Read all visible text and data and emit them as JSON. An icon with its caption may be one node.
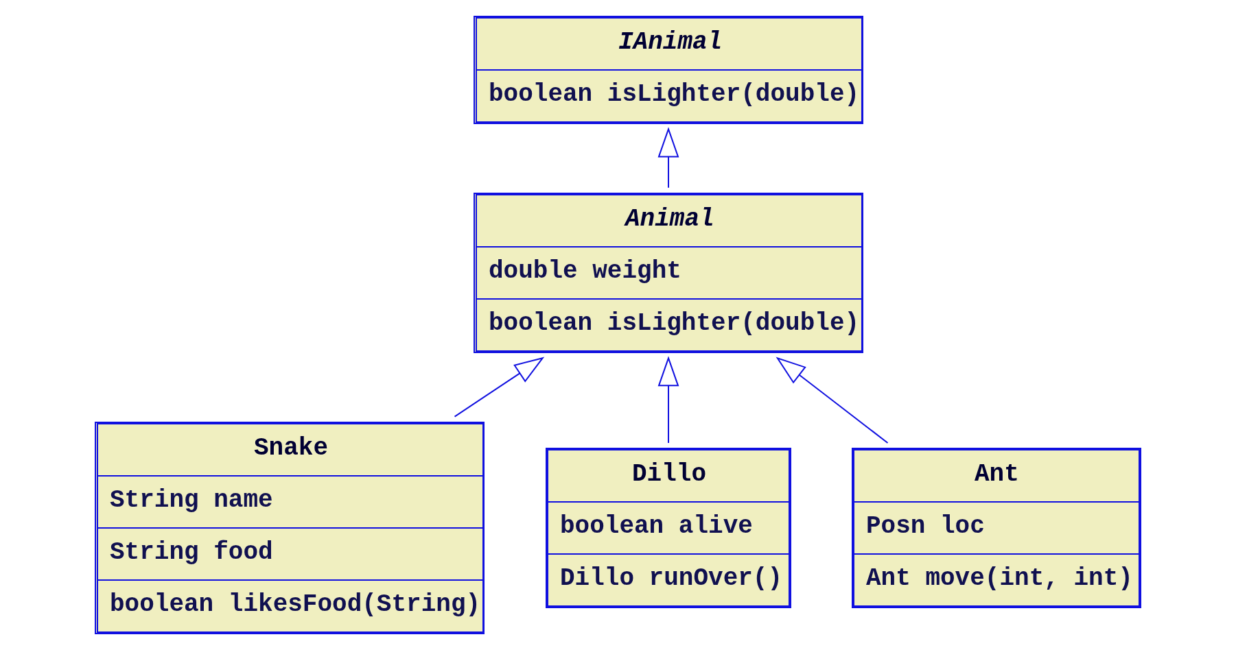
{
  "diagram": {
    "nodes": [
      {
        "text": [
          "IAnimal",
          "boolean isLighter(double)"
        ]
      },
      {
        "text": [
          "Animal",
          "double weight",
          "boolean isLighter(double)"
        ]
      },
      {
        "text": [
          "Snake",
          "String name",
          "String food",
          "boolean likesFood(String)"
        ]
      },
      {
        "text": [
          "Dillo",
          "boolean alive",
          "Dillo runOver()"
        ]
      },
      {
        "text": [
          "Ant",
          "Posn loc",
          "Ant move(int, int)"
        ]
      }
    ],
    "edges": [
      {
        "from": 1,
        "to": 0,
        "arrow": "to"
      },
      {
        "from": 2,
        "to": 1,
        "arrow": "to"
      },
      {
        "from": 3,
        "to": 1,
        "arrow": "to"
      },
      {
        "from": 4,
        "to": 1,
        "arrow": "to"
      }
    ]
  }
}
